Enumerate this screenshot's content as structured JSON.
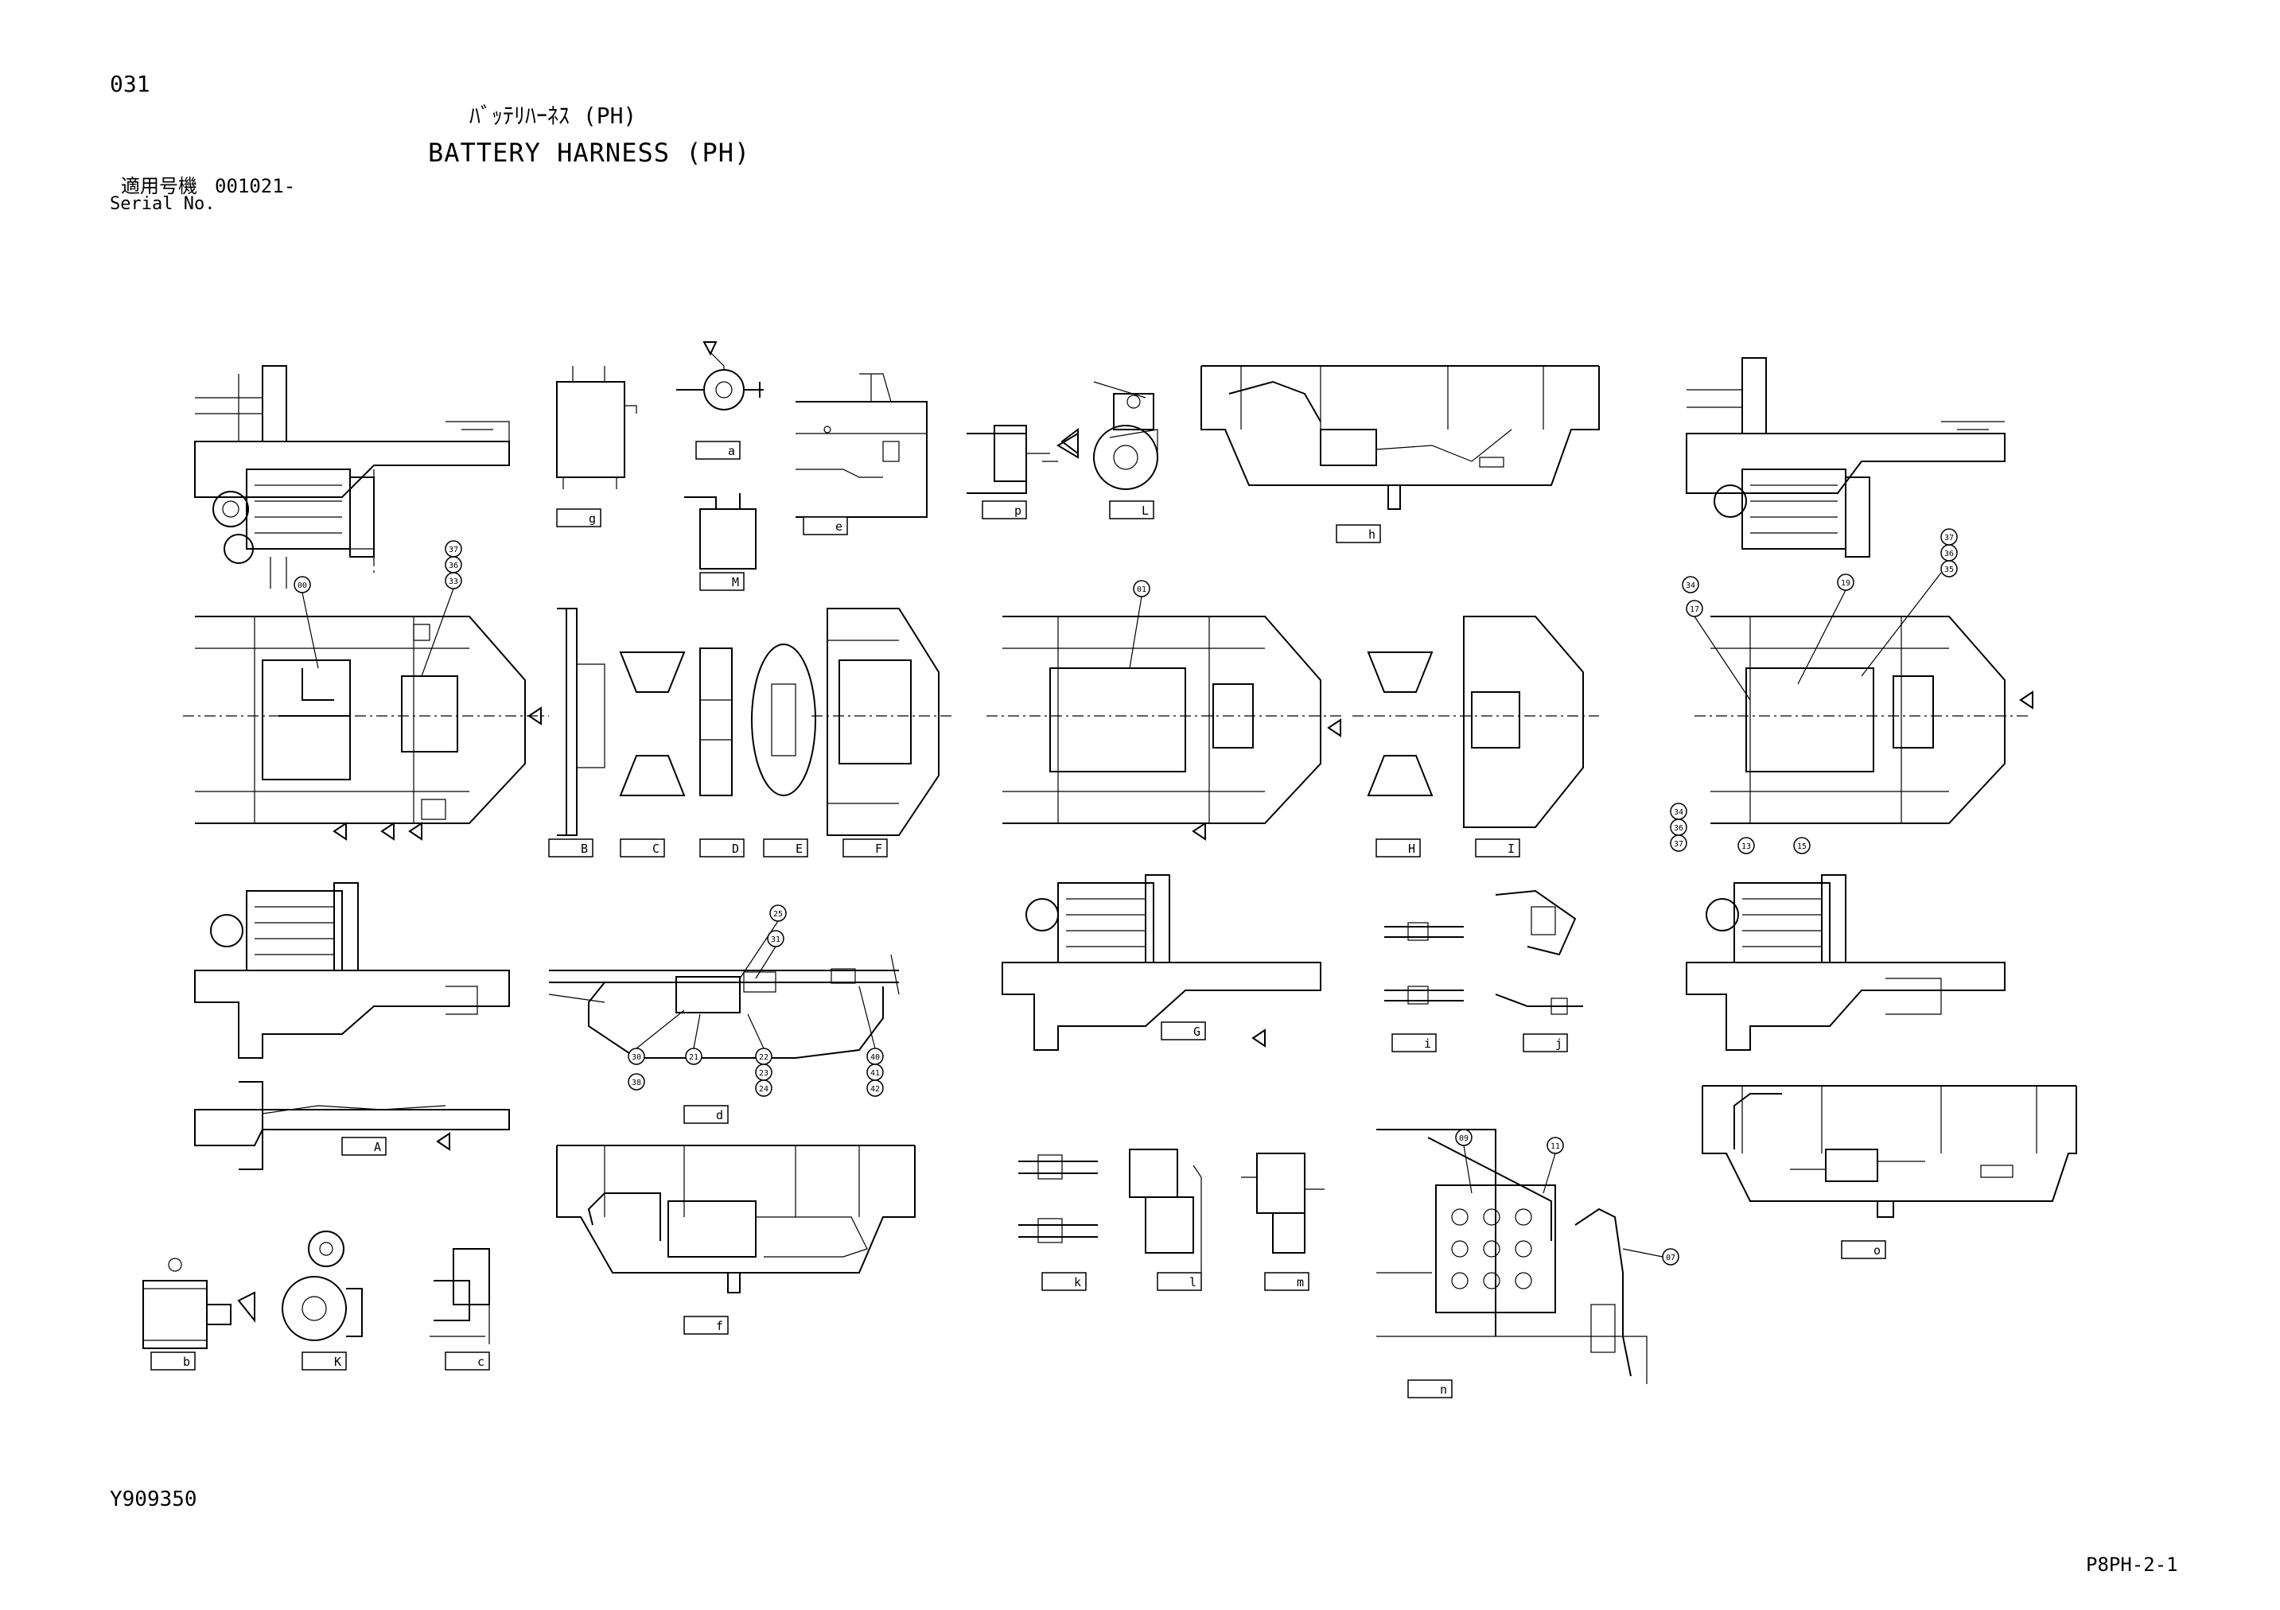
{
  "header": {
    "page_number": "031",
    "title_jp": "ﾊﾞｯﾃﾘﾊｰﾈｽ (PH)",
    "title_en": "BATTERY HARNESS (PH)",
    "serial_label_jp": "適用号機",
    "serial_value": "001021-",
    "serial_label_en": "Serial No."
  },
  "footer": {
    "drawing_number": "Y909350",
    "sheet_code": "P8PH-2-1"
  },
  "view_tags": [
    "g",
    "a",
    "e",
    "p",
    "L",
    "h",
    "M",
    "B",
    "C",
    "D",
    "E",
    "F",
    "G",
    "H",
    "I",
    "i",
    "j",
    "A",
    "d",
    "f",
    "k",
    "l",
    "m",
    "n",
    "o",
    "b",
    "K",
    "c"
  ],
  "balloons": [
    "00",
    "37",
    "36",
    "33",
    "37",
    "36",
    "34",
    "35",
    "17",
    "19",
    "13",
    "15",
    "34",
    "36",
    "37",
    "25",
    "31",
    "30",
    "38",
    "21",
    "22",
    "23",
    "24",
    "40",
    "41",
    "42",
    "09",
    "11",
    "01",
    "07"
  ]
}
